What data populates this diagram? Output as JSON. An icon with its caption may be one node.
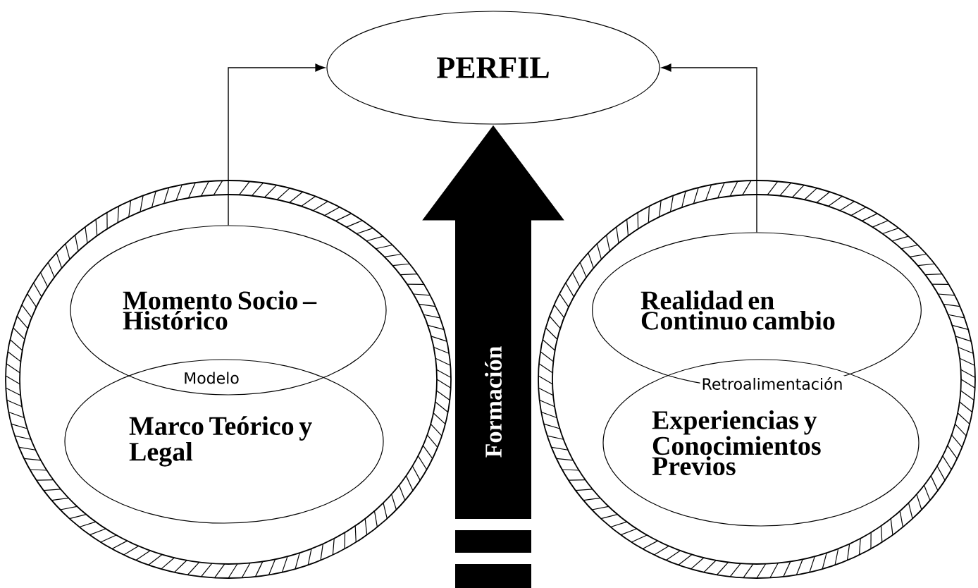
{
  "diagram": {
    "nodes": [
      {
        "text": [
          "PERFIL"
        ]
      },
      {
        "text": [],
        "shape": "circle"
      },
      {
        "text": [
          "Momento Socio – Histórico"
        ],
        "in": 1
      },
      {
        "text": [
          "Marco Teórico y Legal"
        ],
        "in": 1
      },
      {
        "text": [],
        "shape": "circle"
      },
      {
        "text": [
          "Realidad en Continuo cambio"
        ],
        "in": 4
      },
      {
        "text": [
          "Experiencias y Conocimientos Previos"
        ],
        "in": 4
      }
    ],
    "edges": [
      {
        "from": 2,
        "to": 0,
        "arrow": "to"
      },
      {
        "from": 5,
        "to": 0,
        "arrow": "to"
      },
      {
        "from": null,
        "to": 0,
        "arrow": "to",
        "label": "Formación",
        "style": "thick"
      }
    ],
    "labels": [
      "Modelo",
      "Retroalimentación"
    ]
  }
}
